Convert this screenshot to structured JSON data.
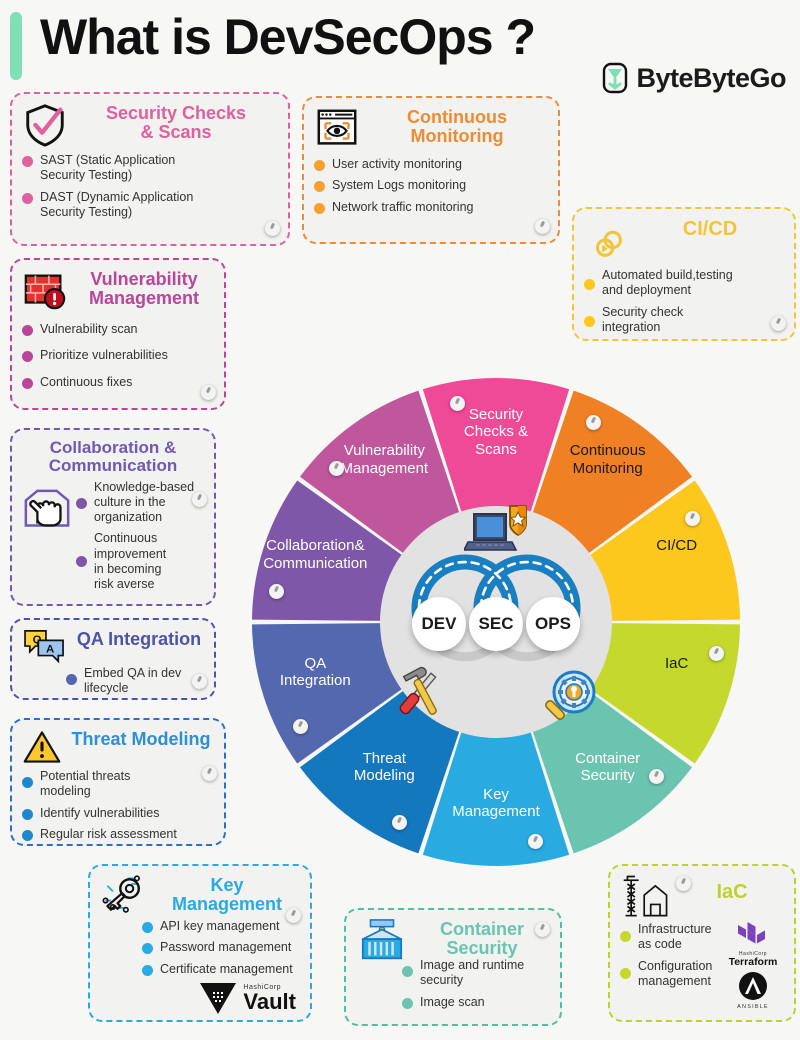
{
  "header": {
    "title": "What is DevSecOps ?",
    "logo_text": "ByteByteGo",
    "accent_bar_color": "#7fe0b8"
  },
  "cards": [
    {
      "id": "security-checks-scans",
      "title": "Security Checks\n& Scans",
      "color": "#e0609d",
      "icon": "shield-check-icon",
      "bullets": [
        "SAST (Static Application\nSecurity Testing)",
        "DAST (Dynamic Application\nSecurity Testing)"
      ]
    },
    {
      "id": "continuous-monitoring",
      "title": "Continuous\nMonitoring",
      "color": "#ef8b30",
      "icon": "monitor-eye-icon",
      "bullets": [
        "User activity monitoring",
        "System Logs monitoring",
        "Network traffic monitoring"
      ]
    },
    {
      "id": "ci-cd",
      "title": "CI/CD",
      "color": "#f2c638",
      "icon": "infinity-loop-icon",
      "bullets": [
        "Automated build,testing\nand deployment",
        "Security check\nintegration"
      ]
    },
    {
      "id": "vulnerability-management",
      "title": "Vulnerability\nManagement",
      "color": "#b9469b",
      "icon": "firewall-alert-icon",
      "bullets": [
        "Vulnerability scan",
        "Prioritize vulnerabilities",
        "Continuous fixes"
      ]
    },
    {
      "id": "collaboration-communication",
      "title": "Collaboration &\nCommunication",
      "color": "#6f59b5",
      "icon": "hands-together-icon",
      "bullets": [
        "Knowledge-based\nculture in the\norganization",
        "Continuous\nimprovement\nin becoming\nrisk averse"
      ]
    },
    {
      "id": "qa-integration",
      "title": "QA Integration",
      "color": "#4d53a8",
      "icon": "qa-chat-bubbles-icon",
      "bullets": [
        "Embed QA in dev\nlifecycle"
      ]
    },
    {
      "id": "threat-modeling",
      "title": "Threat Modeling",
      "color": "#2d6fc4",
      "icon": "warning-triangle-icon",
      "bullets": [
        "Potential threats\nmodeling",
        "Identify vulnerabilities",
        "Regular risk assessment"
      ]
    },
    {
      "id": "key-management",
      "title": "Key Management",
      "color": "#29abe2",
      "icon": "key-circuit-icon",
      "bullets": [
        "API key management",
        "Password management",
        "Certificate management"
      ],
      "vendor": {
        "name": "Vault",
        "sub": "HashiCorp",
        "logo": "vault-logo"
      }
    },
    {
      "id": "container-security",
      "title": "Container\nSecurity",
      "color": "#4fc0a0",
      "icon": "shipping-container-icon",
      "bullets": [
        "Image and runtime\nsecurity",
        "Image scan"
      ]
    },
    {
      "id": "iac",
      "title": "IaC",
      "color": "#bcd32c",
      "icon": "crane-house-icon",
      "bullets": [
        "Infrastructure\nas code",
        "Configuration\nmanagement"
      ],
      "vendors": [
        {
          "name": "Terraform",
          "sub": "HashiCorp",
          "logo": "terraform-logo"
        },
        {
          "name": "ANSIBLE",
          "sub": "",
          "logo": "ansible-logo"
        }
      ]
    }
  ],
  "wheel": {
    "hub": {
      "labels": [
        "DEV",
        "SEC",
        "OPS"
      ],
      "icons": [
        "laptop-shield-icon",
        "tools-icon",
        "magnifier-gear-icon"
      ]
    },
    "segments": [
      {
        "label": "Security\nChecks &\nScans",
        "color": "#ef4a97",
        "text_color": "#ffffff"
      },
      {
        "label": "Continuous\nMonitoring",
        "color": "#f08024",
        "text_color": "#1a1a1a"
      },
      {
        "label": "CI/CD",
        "color": "#fcc81e",
        "text_color": "#1a1a1a"
      },
      {
        "label": "IaC",
        "color": "#c4d82e",
        "text_color": "#1a1a1a"
      },
      {
        "label": "Container\nSecurity",
        "color": "#6bc4b0",
        "text_color": "#ffffff"
      },
      {
        "label": "Key\nManagement",
        "color": "#29abe2",
        "text_color": "#ffffff"
      },
      {
        "label": "Threat\nModeling",
        "color": "#1478be",
        "text_color": "#ffffff"
      },
      {
        "label": "QA\nIntegration",
        "color": "#5468b0",
        "text_color": "#ffffff"
      },
      {
        "label": "Collaboration&\nCommunication",
        "color": "#7e57a8",
        "text_color": "#ffffff"
      },
      {
        "label": "Vulnerability\nManagement",
        "color": "#c0569c",
        "text_color": "#ffffff"
      }
    ]
  }
}
